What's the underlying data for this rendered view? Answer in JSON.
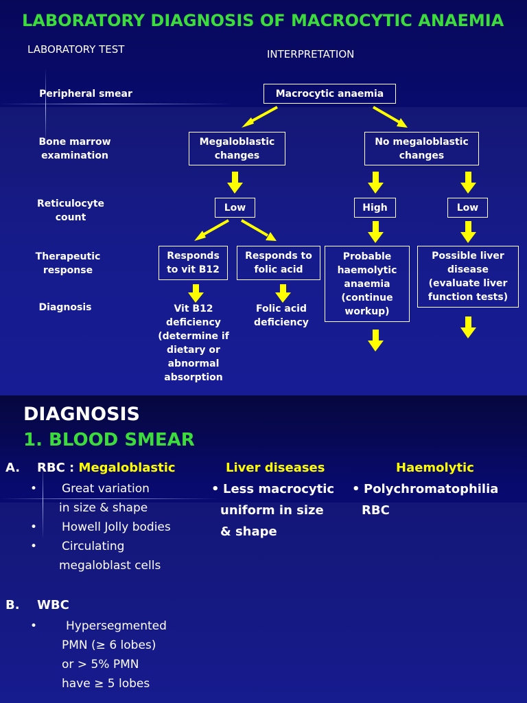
{
  "slide1": {
    "title": "LABORATORY DIAGNOSIS OF MACROCYTIC ANAEMIA",
    "column_headers": {
      "test": "LABORATORY TEST",
      "interpretation": "INTERPRETATION"
    },
    "row_labels": [
      [
        "Peripheral smear"
      ],
      [
        "Bone marrow",
        "examination"
      ],
      [
        "Reticulocyte",
        "count"
      ],
      [
        "Therapeutic",
        "response"
      ],
      [
        "Diagnosis"
      ]
    ],
    "nodes": {
      "macrocytic": [
        "Macrocytic anaemia"
      ],
      "megaloblastic": [
        "Megaloblastic",
        "changes"
      ],
      "no_megaloblastic": [
        "No megaloblastic",
        "changes"
      ],
      "retic_low_left": [
        "Low"
      ],
      "retic_high": [
        "High"
      ],
      "retic_low_right": [
        "Low"
      ],
      "responds_b12": [
        "Responds",
        "to vit B12"
      ],
      "responds_folic": [
        "Responds to",
        "folic acid"
      ],
      "haemolytic": [
        "Probable",
        "haemolytic",
        "anaemia",
        "(continue",
        "workup)"
      ],
      "liver": [
        "Possible liver",
        "disease",
        "(evaluate liver",
        "function tests)"
      ],
      "dx_b12": [
        "Vit B12",
        "deficiency",
        "(determine if",
        "dietary or",
        "abnormal",
        "absorption"
      ],
      "dx_folic": [
        "Folic acid",
        "deficiency"
      ]
    },
    "colors": {
      "title": "#3cdc3c",
      "arrow": "#ffff00",
      "background": "#0a0f84"
    }
  },
  "slide2": {
    "heading": "DIAGNOSIS",
    "subheading": "1. BLOOD SMEAR",
    "section_a": {
      "marker": "A.",
      "label": "RBC : ",
      "highlight": "Megaloblastic",
      "bullets": [
        [
          "Great variation",
          "in size & shape"
        ],
        [
          "Howell Jolly bodies"
        ],
        [
          "Circulating",
          "megaloblast cells"
        ]
      ]
    },
    "liver_diseases": {
      "heading": "Liver diseases",
      "bullet": [
        "Less macrocytic",
        "uniform in size",
        "& shape"
      ]
    },
    "haemolytic": {
      "heading": "Haemolytic",
      "bullet": [
        "Polychromatophilia",
        "RBC"
      ]
    },
    "section_b": {
      "marker": "B.",
      "label": "WBC",
      "bullets": [
        [
          "Hypersegmented",
          "PMN (≥ 6 lobes)",
          "or > 5% PMN",
          "have ≥ 5 lobes"
        ]
      ]
    },
    "bullet_char": "•",
    "colors": {
      "heading_green": "#3cdc3c",
      "highlight": "#ffff00"
    }
  }
}
